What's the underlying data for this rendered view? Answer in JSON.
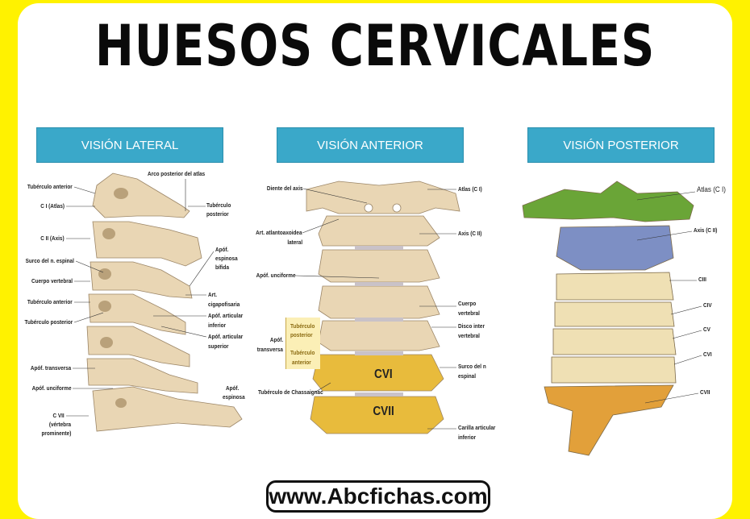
{
  "title": "HUESOS CERVICALES",
  "colors": {
    "background": "#FFF200",
    "header": "#3aa8c9",
    "bone": "#e9d6b4",
    "highlight": "#e8bb3c",
    "atlas_post": "#6aa537",
    "axis_post": "#7d8fc4",
    "c7_post": "#e2a03a"
  },
  "panels": {
    "lateral": {
      "header": "VISIÓN LATERAL",
      "labels": [
        "Tubérculo anterior",
        "C I (Atlas)",
        "C II (Axis)",
        "Surco del n. espinal",
        "Cuerpo vertebral",
        "Tubérculo anterior",
        "Tubérculo posterior",
        "Apóf. transversa",
        "Apóf. unciforme",
        "C VII",
        "(vértebra",
        "prominente)",
        "Arco posterior del atlas",
        "Tubérculo",
        "posterior",
        "Apóf.",
        "espinosa",
        "bífida",
        "Art.",
        "cigapofisaria",
        "Apóf. articular",
        "inferior",
        "Apóf. articular",
        "superior",
        "Apóf.",
        "espinosa"
      ]
    },
    "anterior": {
      "header": "VISIÓN ANTERIOR",
      "labels": [
        "Diente del axis",
        "Art. atlantoaxoidea",
        "lateral",
        "Apóf. unciforme",
        "Apóf.",
        "transversa",
        "Tubérculo",
        "posterior",
        "Tubérculo",
        "anterior",
        "Tubérculo de Chassaignac",
        "Atlas (C I)",
        "Axis (C II)",
        "Cuerpo",
        "vertebral",
        "Disco inter",
        "vertebral",
        "Surco del n",
        "espinal",
        "Carilla articular",
        "inferior"
      ],
      "vertebra_marks": [
        "CVI",
        "CVII"
      ]
    },
    "posterior": {
      "header": "VISIÓN POSTERIOR",
      "labels": [
        "Atlas (C I)",
        "Axis (C II)",
        "CIII",
        "CIV",
        "CV",
        "CVI",
        "CVII"
      ]
    }
  },
  "footer": "www.Abcfichas.com"
}
